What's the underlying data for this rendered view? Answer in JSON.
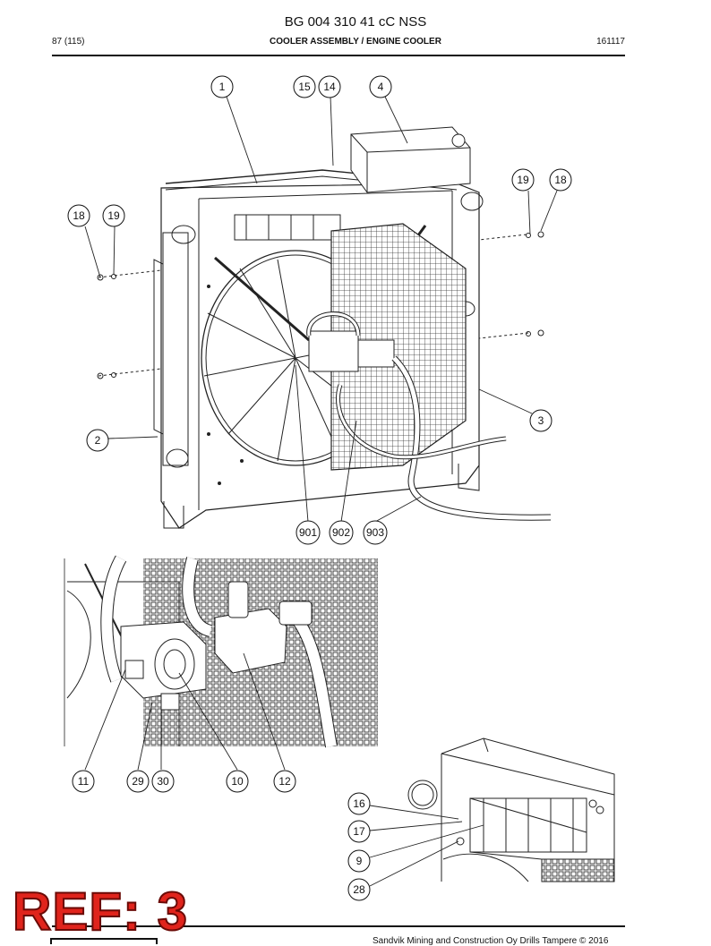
{
  "header": {
    "doc_number": "BG 004 310 41 cC NSS",
    "page": "87 (115)",
    "title": "COOLER ASSEMBLY / ENGINE COOLER",
    "date_code": "161117"
  },
  "callouts": {
    "c1": "1",
    "c15": "15",
    "c14": "14",
    "c4": "4",
    "c19a": "19",
    "c18a": "18",
    "c18b": "18",
    "c19b": "19",
    "c3": "3",
    "c2": "2",
    "c901": "901",
    "c902": "902",
    "c903": "903",
    "c11": "11",
    "c29": "29",
    "c30": "30",
    "c10": "10",
    "c12": "12",
    "c16": "16",
    "c17": "17",
    "c9": "9",
    "c28": "28"
  },
  "stamp": {
    "text": "REF: 3"
  },
  "footer": {
    "copyright": "Sandvik Mining and Construction Oy Drills Tampere © 2016"
  }
}
